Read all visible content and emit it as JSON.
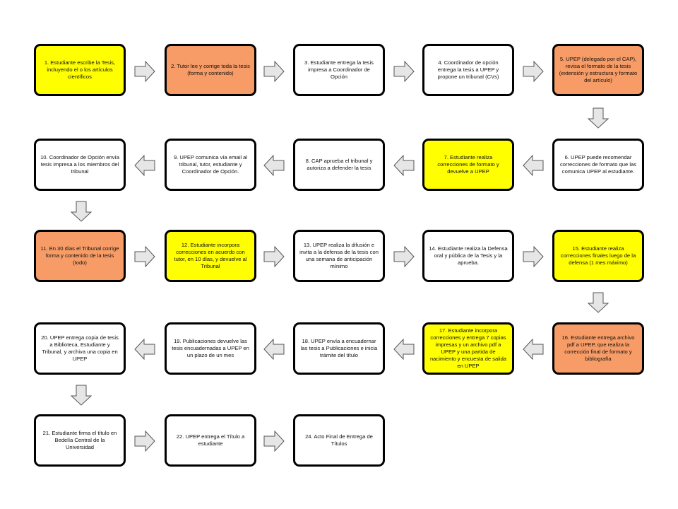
{
  "colors": {
    "student": "#ffff00",
    "tutor_tribunal_upep": "#f79c66",
    "other": "#ffffff",
    "arrow_fill": "#e6e6e6",
    "arrow_stroke": "#555555"
  },
  "steps": [
    {
      "text": "1. Estudiante escribe  la Tesis, incluyendo el o los artículos científicos",
      "color": "yellow"
    },
    {
      "text": "2. Tutor  lee y corrige toda la tesis (forma y contenido)",
      "color": "orange"
    },
    {
      "text": "3. Estudiante entrega la tesis impresa a Coordinador de Opción",
      "color": "white"
    },
    {
      "text": "4. Coordinador de opción entrega  la tesis a UPEP y propone un tribunal (CVs)",
      "color": "white"
    },
    {
      "text": "5. UPEP (delegado por el CAP), revisa el formato de la tesis (extensión y estructura y formato del artículo)",
      "color": "orange"
    },
    {
      "text": "6. UPEP puede recomendar correcciones de formato que las comunica UPEP al estudiante.",
      "color": "white"
    },
    {
      "text": "7. Estudiante realiza correcciones de formato y devuelve a UPEP",
      "color": "yellow"
    },
    {
      "text": "8. CAP aprueba el tribunal y autoriza a defender la tesis",
      "color": "white"
    },
    {
      "text": "9. UPEP comunica vía email al tribunal, tutor, estudiante y Coordinador de Opción.",
      "color": "white"
    },
    {
      "text": "10. Coordinador de Opción envía tesis impresa a los miembros del tribunal",
      "color": "white"
    },
    {
      "text": "11. En 30 días el Tribunal corrige forma y contenido de la tesis (todo)",
      "color": "orange"
    },
    {
      "text": "12. Estudiante incorpora correcciones en acuerdo con tutor, en 10 días, y  devuelve al Tribunal",
      "color": "yellow"
    },
    {
      "text": "13. UPEP realiza la difusión e invita a la defensa de la tesis con una semana de anticipación mínimo",
      "color": "white"
    },
    {
      "text": "14. Estudiante realiza la Defensa oral y pública de la Tesis y la aprueba.",
      "color": "white"
    },
    {
      "text": "15. Estudiante realiza correcciones finales luego de la defensa (1 mes máximo)",
      "color": "yellow"
    },
    {
      "text": "16. Estudiante entrega archivo pdf a UPEP,  que realiza la corrección final de formato y bibliografía",
      "color": "orange"
    },
    {
      "text": "17. Estudiante incorpora correcciones y entrega 7 copias impresas y un archivo pdf a UPEP y una partida de nacimiento  y encuesta de salida en UPEP",
      "color": "yellow"
    },
    {
      "text": "18. UPEP envía a encuadernar las tesis a Publicaciones e inicia trámite del título",
      "color": "white"
    },
    {
      "text": "19. Publicaciones devuelve las tesis encuadernadas a UPEP en un plazo de un mes",
      "color": "white"
    },
    {
      "text": "20. UPEP entrega copia de tesis a Biblioteca, Estudiante y Tribunal,  y archiva una copia en UPEP",
      "color": "white"
    },
    {
      "text": "21. Estudiante firma  el título en Bedelía Central de la Universidad",
      "color": "white"
    },
    {
      "text": "22. UPEP entrega el Título a estudiante",
      "color": "white"
    },
    {
      "text": "24. Acto Final de Entrega de Títulos",
      "color": "white"
    }
  ]
}
